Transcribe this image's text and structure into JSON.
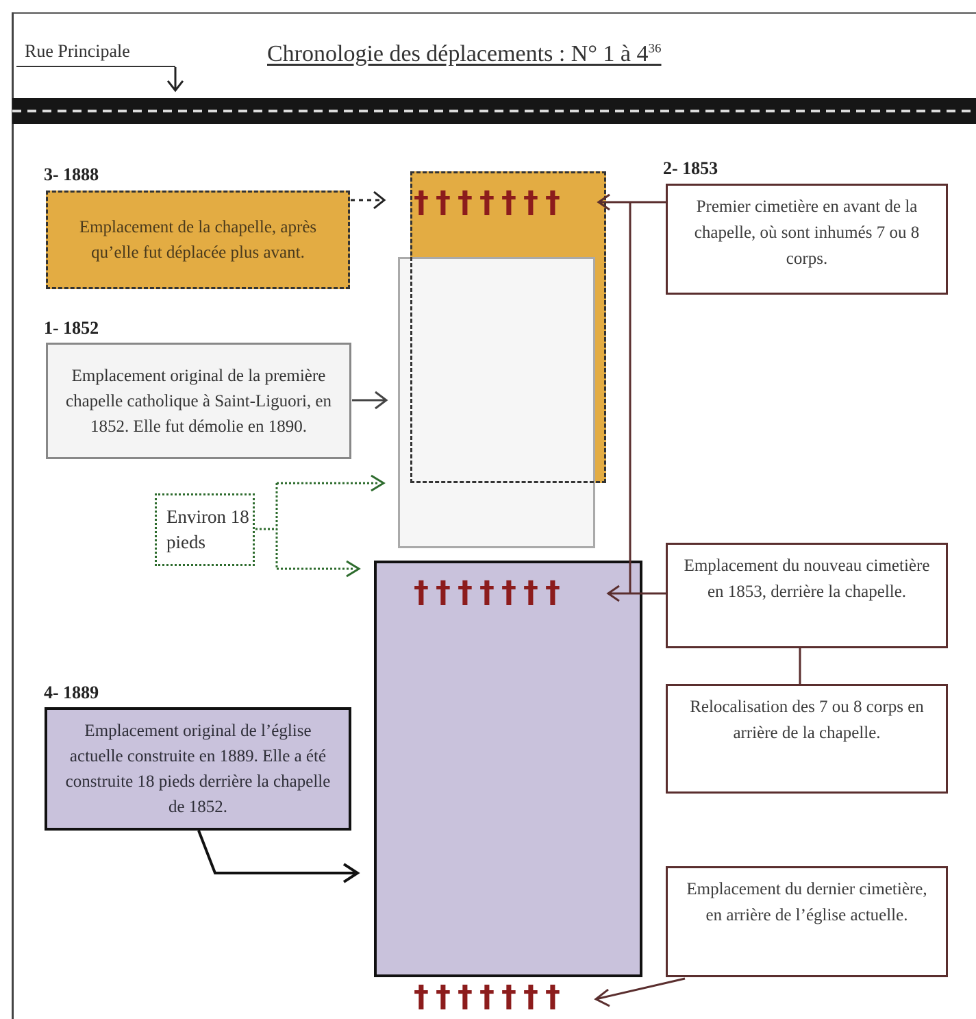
{
  "header": {
    "street_label": "Rue Principale",
    "title": "Chronologie des déplacements :  N° 1 à 4",
    "title_superscript": "36"
  },
  "events": {
    "e1888": {
      "year_label": "3- 1888",
      "text": "Emplacement de la chapelle, après qu’elle fut déplacée plus avant."
    },
    "e1852": {
      "year_label": "1- 1852",
      "text": "Emplacement original de la première chapelle catholique à Saint-Liguori, en 1852. Elle fut démolie en 1890."
    },
    "e1889": {
      "year_label": "4- 1889",
      "text": "Emplacement original de l’église actuelle construite en 1889. Elle a été construite 18 pieds derrière la chapelle de 1852."
    },
    "e1853": {
      "year_label": "2- 1853",
      "text": "Premier cimetière en avant de la chapelle, où sont inhumés 7 ou 8 corps."
    }
  },
  "distance_note": "Environ 18 pieds",
  "cemetery_notes": {
    "new_cemetery": "Emplacement du nouveau cimetière en 1853, derrière la chapelle.",
    "relocation": "Relocalisation des 7 ou 8 corps en arrière de la chapelle.",
    "last_cemetery": "Emplacement du dernier cimetière, en arrière de l’église actuelle."
  },
  "crosses": {
    "top": "†††††††",
    "middle": "†††††††",
    "bottom": "†††††††"
  },
  "colors": {
    "chapel_1888": "#e3ac43",
    "chapel_1852": "#f4f4f4",
    "church_1889": "#c9c2dc",
    "cross": "#8c1c1c",
    "cemetery_connector": "#5a2e2e",
    "distance_dotted": "#2d6b2d",
    "road": "#161616"
  }
}
